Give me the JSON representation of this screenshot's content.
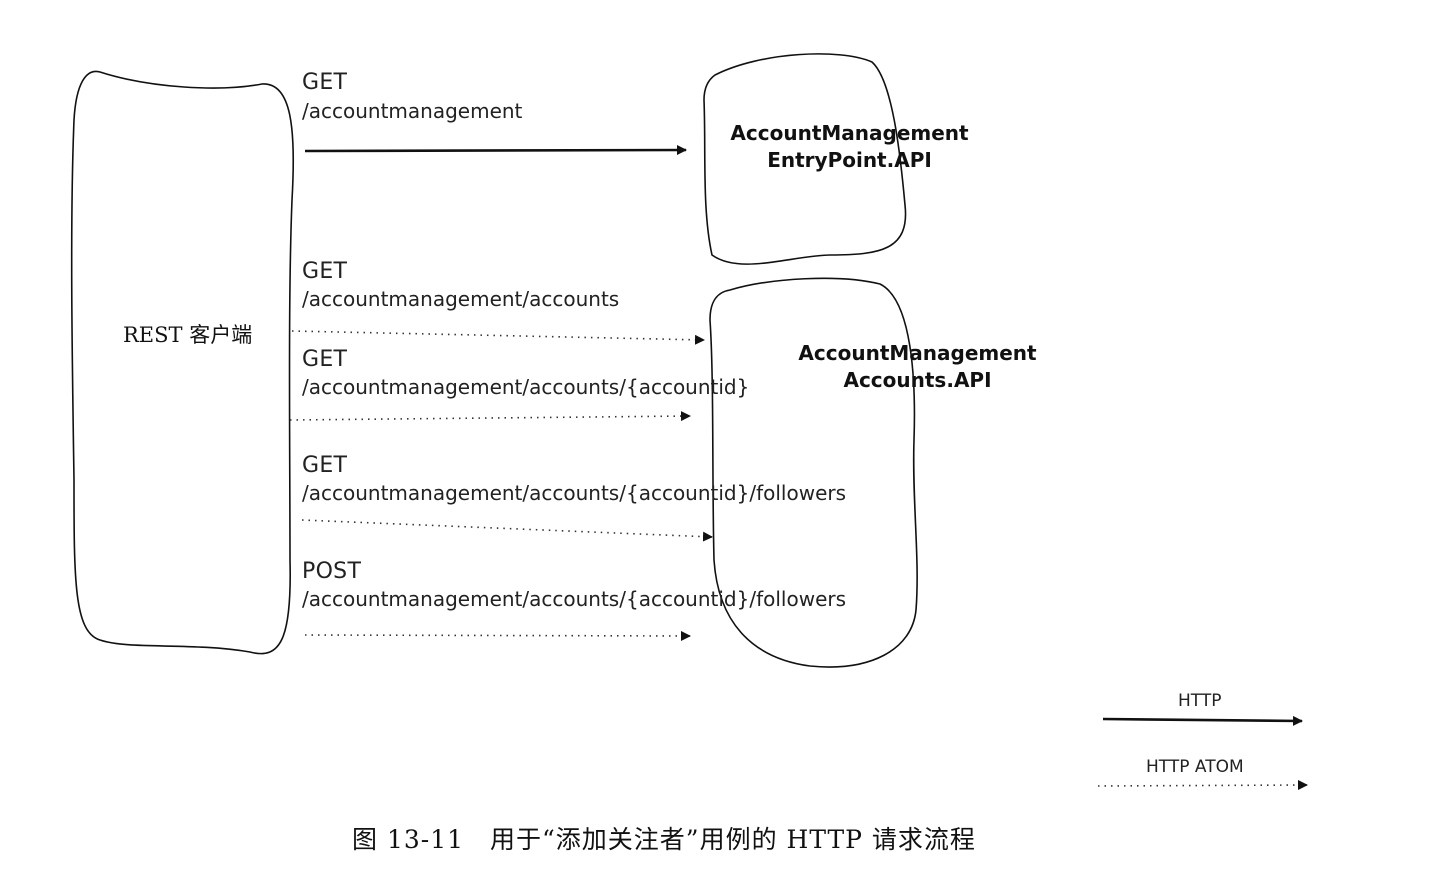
{
  "client": {
    "label": "REST 客户端"
  },
  "entrypoint": {
    "line1": "AccountManagement",
    "line2": "EntryPoint.API"
  },
  "accounts_api": {
    "line1": "AccountManagement",
    "line2": "Accounts.API"
  },
  "requests": [
    {
      "method": "GET",
      "path": "/accountmanagement",
      "kind": "HTTP"
    },
    {
      "method": "GET",
      "path": "/accountmanagement/accounts",
      "kind": "HTTP ATOM"
    },
    {
      "method": "GET",
      "path": "/accountmanagement/accounts/{accountid}",
      "kind": "HTTP ATOM"
    },
    {
      "method": "GET",
      "path": "/accountmanagement/accounts/{accountid}/followers",
      "kind": "HTTP ATOM"
    },
    {
      "method": "POST",
      "path": "/accountmanagement/accounts/{accountid}/followers",
      "kind": "HTTP ATOM"
    }
  ],
  "legend": {
    "http": "HTTP",
    "http_atom": "HTTP ATOM"
  },
  "caption": "图 13-11　用于“添加关注者”用例的 HTTP 请求流程"
}
